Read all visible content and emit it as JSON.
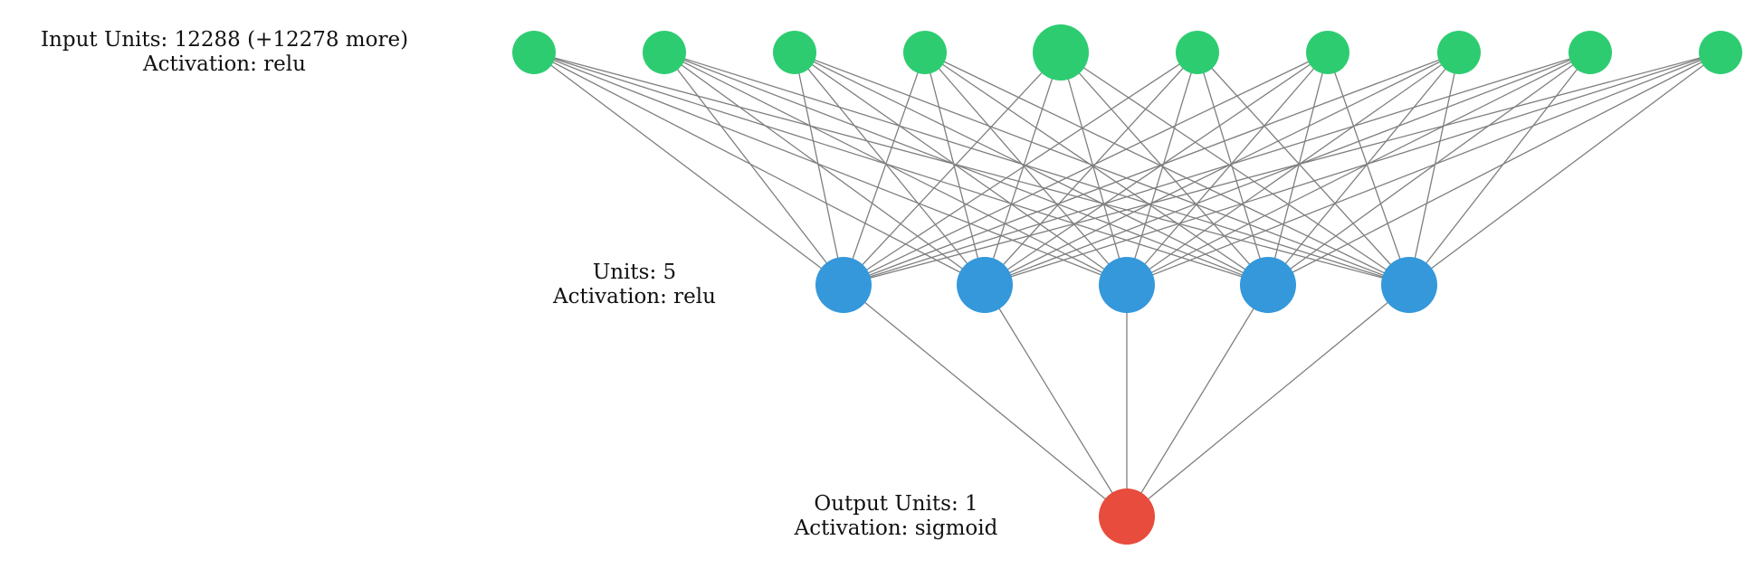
{
  "layers": [
    {
      "id": "input",
      "label_line1": "Input Units: 12288 (+12278 more)",
      "label_line2": "Activation: relu",
      "node_count": 10,
      "color": "#2ecc71"
    },
    {
      "id": "hidden",
      "label_line1": "Units: 5",
      "label_line2": "Activation: relu",
      "node_count": 5,
      "color": "#3498db"
    },
    {
      "id": "output",
      "label_line1": "Output Units: 1",
      "label_line2": "Activation: sigmoid",
      "node_count": 1,
      "color": "#e74c3c"
    }
  ],
  "edge_color": "#7f7f7f"
}
